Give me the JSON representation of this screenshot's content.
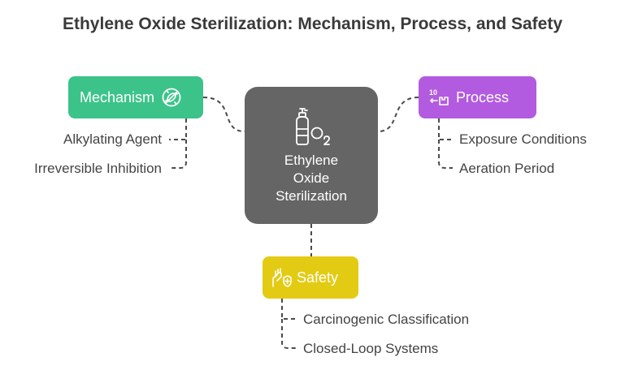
{
  "title": "Ethylene Oxide Sterilization: Mechanism, Process, and Safety",
  "center": {
    "line1": "Ethylene",
    "line2": "Oxide",
    "line3": "Sterilization",
    "icon": "o2-cylinder-icon"
  },
  "branches": {
    "mechanism": {
      "label": "Mechanism",
      "icon": "no-bacteria-icon",
      "color": "#3cc38a",
      "items": [
        "Alkylating Agent",
        "Irreversible Inhibition"
      ]
    },
    "process": {
      "label": "Process",
      "icon": "timer-process-icon",
      "color": "#b25be0",
      "items": [
        "Exposure Conditions",
        "Aeration Period"
      ]
    },
    "safety": {
      "label": "Safety",
      "icon": "hand-shield-icon",
      "color": "#e3cb14",
      "items": [
        "Carcinogenic Classification",
        "Closed-Loop Systems"
      ]
    }
  },
  "colors": {
    "center": "#656565",
    "connector": "#4a4a4a"
  }
}
